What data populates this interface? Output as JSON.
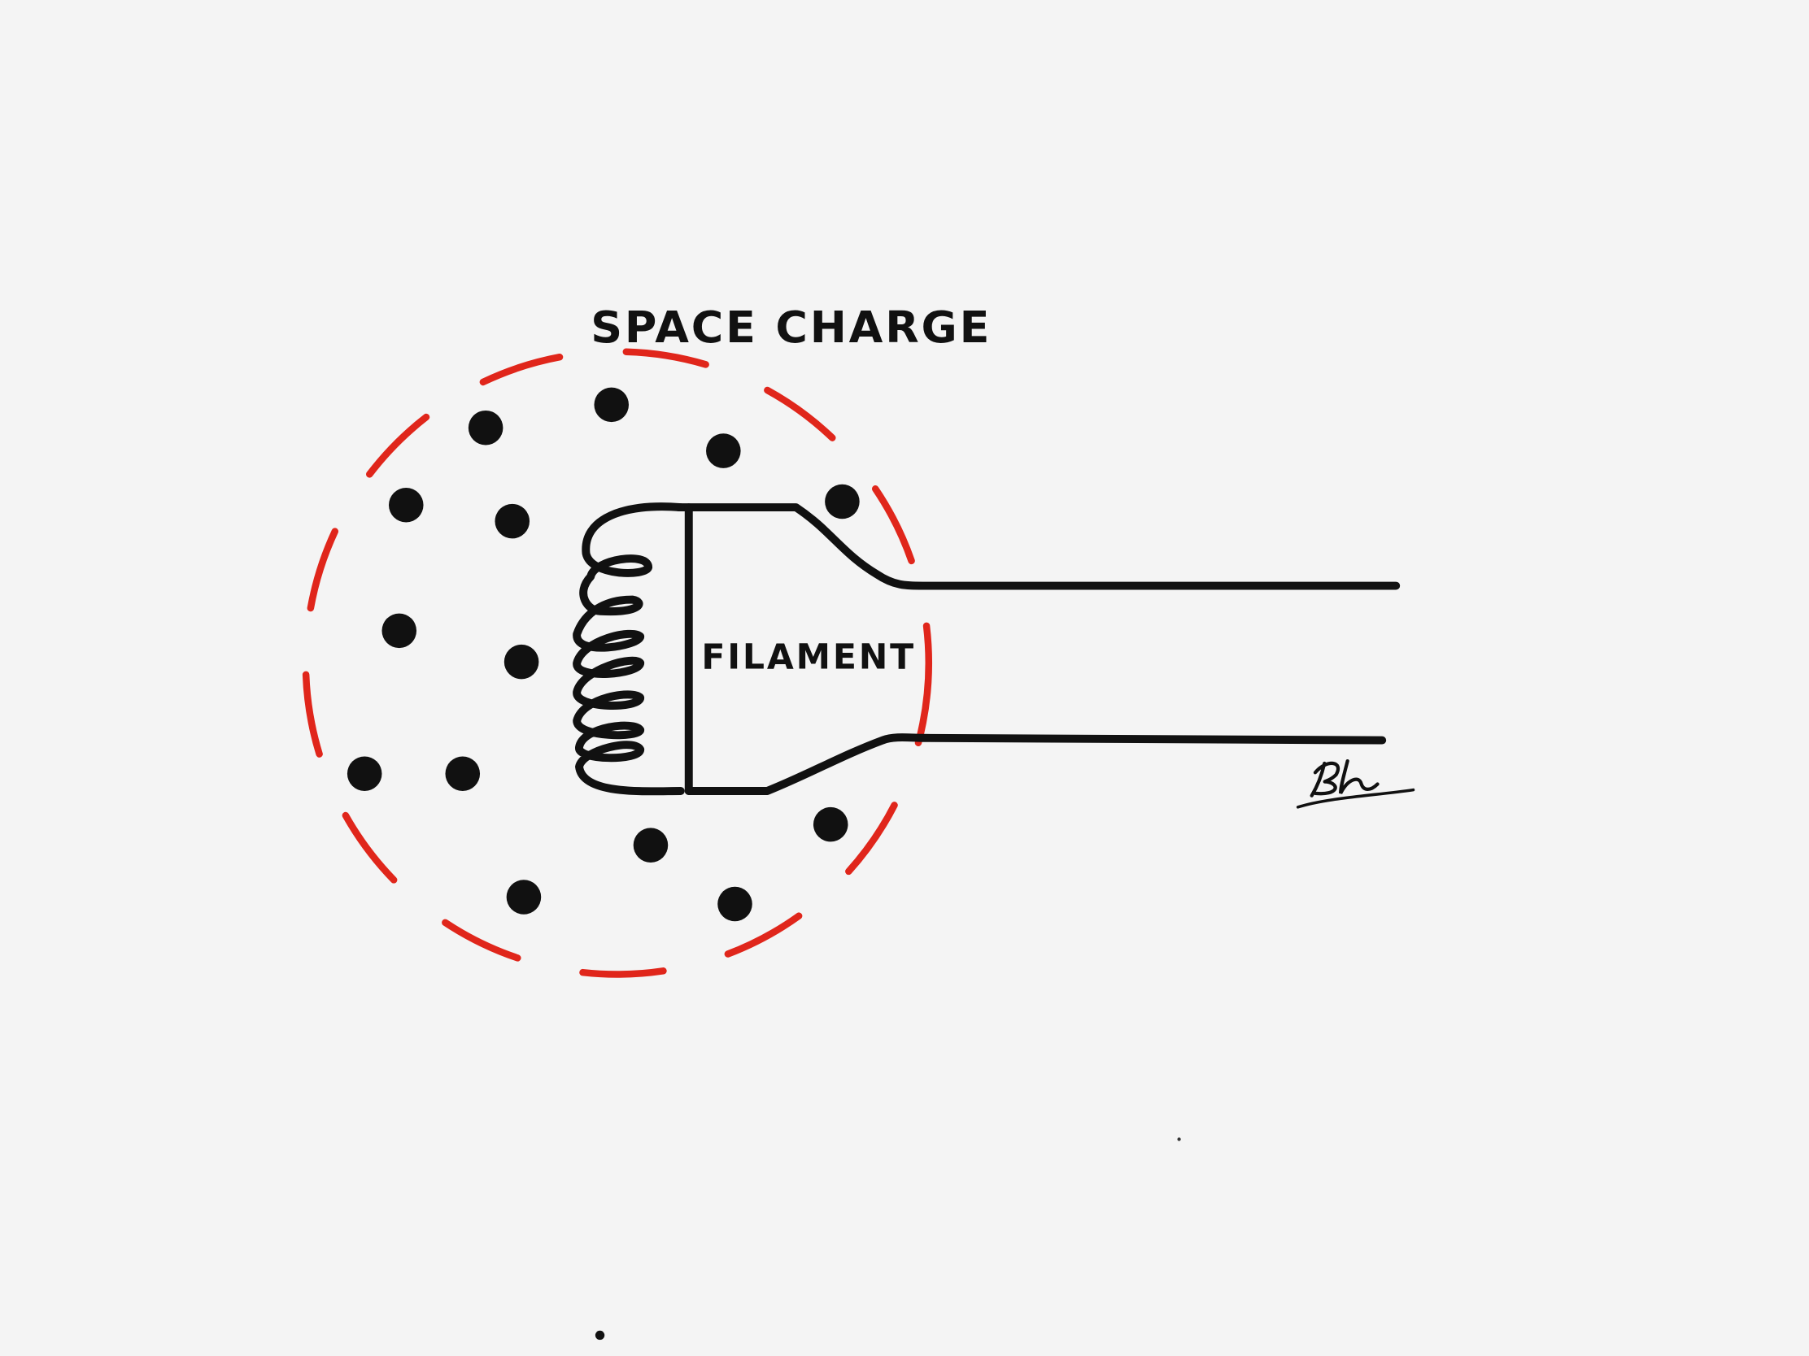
{
  "diagram": {
    "title": "SPACE CHARGE",
    "filament_label": "FILAMENT",
    "signature": "Bh",
    "colors": {
      "boundary": "#e0261b",
      "ink": "#111111",
      "background": "#f4f4f4"
    },
    "electron_count": 14
  }
}
